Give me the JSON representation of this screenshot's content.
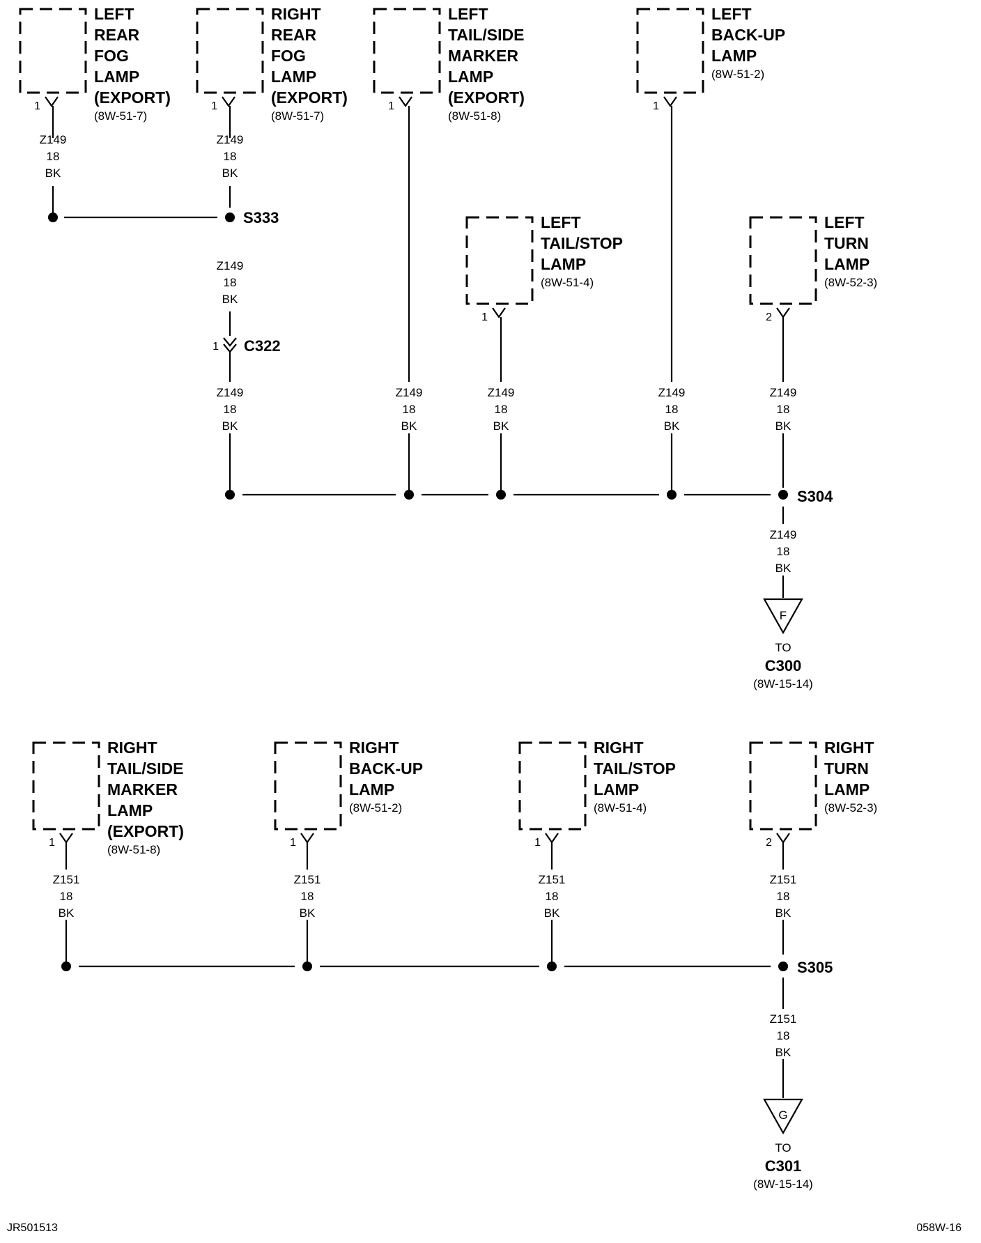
{
  "components": {
    "left_rear_fog": {
      "lines": [
        "LEFT",
        "REAR",
        "FOG",
        "LAMP",
        "(EXPORT)"
      ],
      "ref": "(8W-51-7)",
      "pin": "1"
    },
    "right_rear_fog": {
      "lines": [
        "RIGHT",
        "REAR",
        "FOG",
        "LAMP",
        "(EXPORT)"
      ],
      "ref": "(8W-51-7)",
      "pin": "1"
    },
    "left_tail_side_marker": {
      "lines": [
        "LEFT",
        "TAIL/SIDE",
        "MARKER",
        "LAMP",
        "(EXPORT)"
      ],
      "ref": "(8W-51-8)",
      "pin": "1"
    },
    "left_backup": {
      "lines": [
        "LEFT",
        "BACK-UP",
        "LAMP"
      ],
      "ref": "(8W-51-2)",
      "pin": "1"
    },
    "left_tail_stop": {
      "lines": [
        "LEFT",
        "TAIL/STOP",
        "LAMP"
      ],
      "ref": "(8W-51-4)",
      "pin": "1"
    },
    "left_turn": {
      "lines": [
        "LEFT",
        "TURN",
        "LAMP"
      ],
      "ref": "(8W-52-3)",
      "pin": "2"
    },
    "right_tail_side_marker": {
      "lines": [
        "RIGHT",
        "TAIL/SIDE",
        "MARKER",
        "LAMP",
        "(EXPORT)"
      ],
      "ref": "(8W-51-8)",
      "pin": "1"
    },
    "right_backup": {
      "lines": [
        "RIGHT",
        "BACK-UP",
        "LAMP"
      ],
      "ref": "(8W-51-2)",
      "pin": "1"
    },
    "right_tail_stop": {
      "lines": [
        "RIGHT",
        "TAIL/STOP",
        "LAMP"
      ],
      "ref": "(8W-51-4)",
      "pin": "1"
    },
    "right_turn": {
      "lines": [
        "RIGHT",
        "TURN",
        "LAMP"
      ],
      "ref": "(8W-52-3)",
      "pin": "2"
    }
  },
  "wires": {
    "z149": {
      "circuit": "Z149",
      "gauge": "18",
      "color": "BK"
    },
    "z151": {
      "circuit": "Z151",
      "gauge": "18",
      "color": "BK"
    }
  },
  "splices": {
    "s333": "S333",
    "s304": "S304",
    "s305": "S305"
  },
  "inline_connector": {
    "name": "C322",
    "pin": "1"
  },
  "terminals": {
    "f": {
      "letter": "F",
      "to": "TO",
      "connector": "C300",
      "ref": "(8W-15-14)"
    },
    "g": {
      "letter": "G",
      "to": "TO",
      "connector": "C301",
      "ref": "(8W-15-14)"
    }
  },
  "footer": {
    "left_code": "JR501513",
    "right_code": "058W-16"
  }
}
